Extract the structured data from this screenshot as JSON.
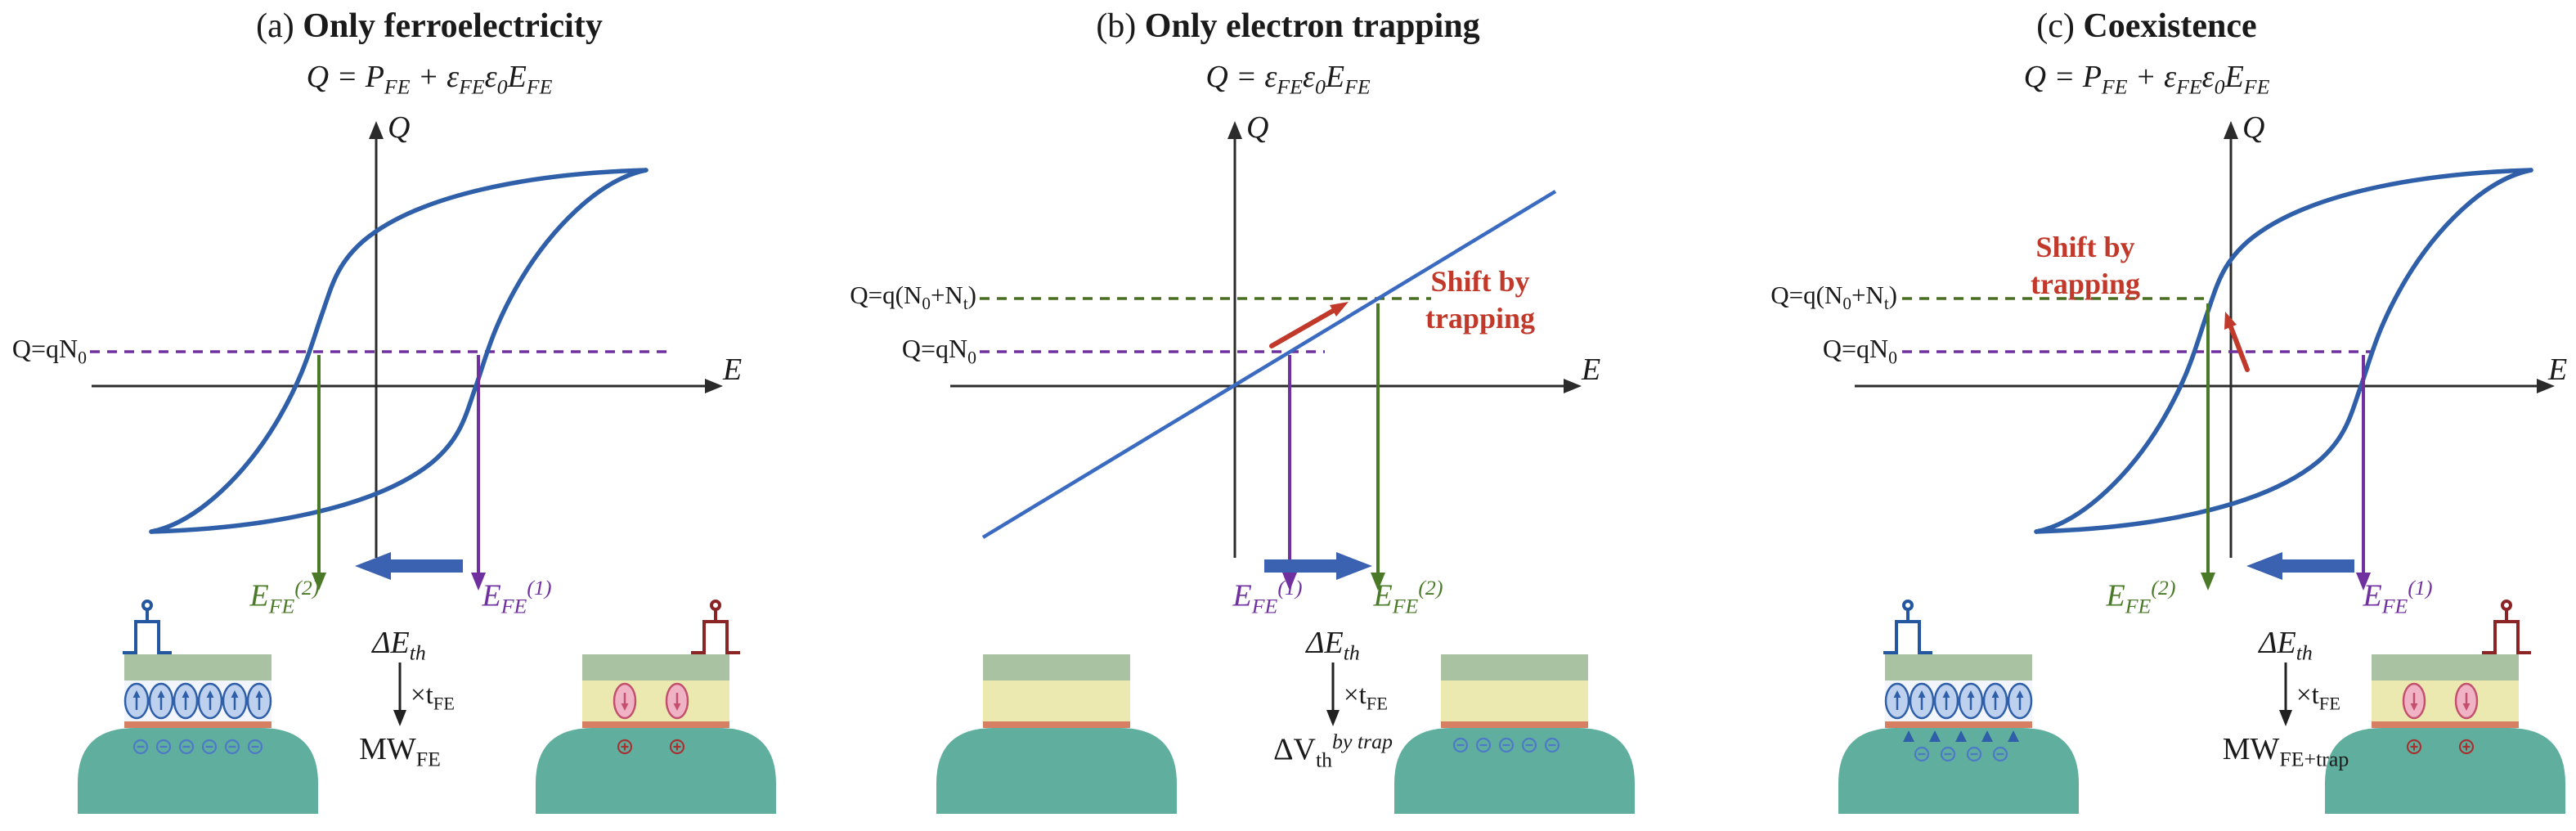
{
  "colors": {
    "axis": "#2b2b2b",
    "loop_blue": "#2e5fa8",
    "linear_blue": "#3a6bc0",
    "dashed_purple": "#7030a0",
    "dashed_green": "#4a6e21",
    "arrow_green": "#4a7a27",
    "arrow_purple": "#7030a0",
    "block_arrow_blue": "#3a62b0",
    "shift_red": "#c0392b",
    "gate_green": "#a9c3a2",
    "dielectric_yellow": "#ece9b0",
    "interfacial_red": "#d77f63",
    "substrate_teal": "#5fae9e",
    "domain_blue_fill": "#bdd1ee",
    "domain_pink_fill": "#f0b3c5",
    "electron_blue": "#4d79c7",
    "hole_red": "#a83232",
    "pulse_blue": "#2457a0",
    "pulse_darkred": "#8b2424"
  },
  "icons": [
    "program-pulse-icon",
    "erase-pulse-icon",
    "polarization-up-icon",
    "polarization-down-icon",
    "electron-icon",
    "hole-icon",
    "trapped-electron-arrow-icon"
  ],
  "panels": [
    {
      "title_prefix": "(a)",
      "title": "Only ferroelectricity",
      "equation": "Q = P_{FE} + ε_{FE}ε_{0}E_{FE}",
      "y_axis": "Q",
      "x_axis": "E",
      "label_qn0": "Q=qN_{0}",
      "label_e_left": "E_{FE}^{(2)}",
      "label_e_right": "E_{FE}^{(1)}",
      "label_delta": "ΔE_{th}",
      "label_times": "×t_{FE}",
      "label_result": "MW_{FE}"
    },
    {
      "title_prefix": "(b)",
      "title": "Only electron trapping",
      "equation": "Q = ε_{FE}ε_{0}E_{FE}",
      "y_axis": "Q",
      "x_axis": "E",
      "label_qn0nt": "Q=q(N_{0}+N_{t})",
      "label_qn0": "Q=qN_{0}",
      "shift_line1": "Shift by",
      "shift_line2": "trapping",
      "label_e_left": "E_{FE}^{(1)}",
      "label_e_right": "E_{FE}^{(2)}",
      "label_delta": "ΔE_{th}",
      "label_times": "×t_{FE}",
      "label_result": "ΔV_{th}^{by trap}"
    },
    {
      "title_prefix": "(c)",
      "title": "Coexistence",
      "equation": "Q = P_{FE} + ε_{FE}ε_{0}E_{FE}",
      "y_axis": "Q",
      "x_axis": "E",
      "label_qn0nt": "Q=q(N_{0}+N_{t})",
      "label_qn0": "Q=qN_{0}",
      "shift_line1": "Shift by",
      "shift_line2": "trapping",
      "label_e_left": "E_{FE}^{(2)}",
      "label_e_right": "E_{FE}^{(1)}",
      "label_delta": "ΔE_{th}",
      "label_times": "×t_{FE}",
      "label_result": "MW_{FE+trap}"
    }
  ]
}
